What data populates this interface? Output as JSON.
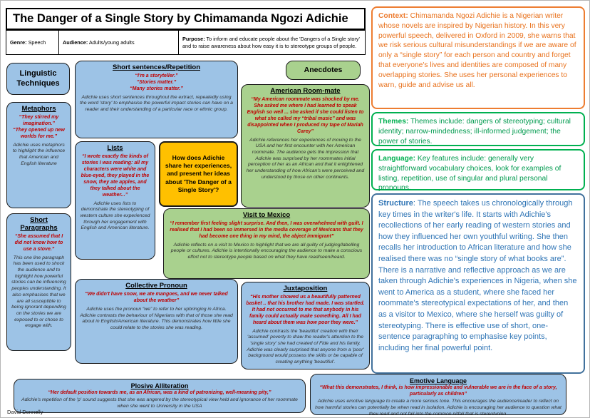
{
  "page": {
    "title": "The Danger of a Single Story by Chimamanda Ngozi Adichie",
    "author": "David Donnelly"
  },
  "meta": {
    "genre": {
      "label": "Genre:",
      "value": "Speech"
    },
    "audience": {
      "label": "Audience:",
      "value": "Adults/young adults"
    },
    "purpose": {
      "label": "Purpose:",
      "value": "To inform and educate people about the 'Dangers of a Single story' and to raise awareness about how easy it is to stereotype groups of people."
    }
  },
  "labels": {
    "linguistic_techniques": "Linguistic\nTechniques",
    "anecdotes": "Anecdotes",
    "central_question": "How does Adichie share her experiences, and present her ideas about 'The Danger of a Single Story'?"
  },
  "panels": {
    "short_sentences": {
      "heading": "Short sentences/Repetition",
      "quote": "“I'm a storyteller.”\n“Stories matter.”\n“Many stories matter.”",
      "analysis": "Adichie uses short sentences throughout the extract, repeatedly using the word 'story' to emphasise the powerful impact stories can have on a reader and their understanding of a particular race or ethnic group."
    },
    "metaphors": {
      "heading": "Metaphors",
      "quote": "“They stirred my imagination.”\n“They opened up new worlds for me.”",
      "analysis": "Adichie uses metaphors to highlight the influence that American and English literature"
    },
    "short_paragraphs": {
      "heading": "Short Paragraphs",
      "quote": "“She assumed that I did not know how to use a stove.”",
      "analysis": "This one line paragraph has been used to shock the audience and to highlight how powerful stories can be influencing peoples understanding. It also emphasises that we are all susceptible to being ignorant depending on the stories we are exposed to or chose to engage with."
    },
    "lists": {
      "heading": "Lists",
      "quote": "“I wrote exactly the kinds of stories I was reading: all my characters were white and blue-eyed, they played in the snow, they ate apples, and they talked about the weather...”",
      "analysis": "Adichie uses lists to demonstrate the stereotyping of western culture she experienced through her engagement with English and American literature."
    },
    "american_roommate": {
      "heading": "American Room-mate",
      "quote": "“My American roommate was shocked by me. She asked me where I had learned to speak English so well ... she asked if she could listen to what she called my “tribal music” and was disappointed when I produced my tape of Mariah Carey”",
      "analysis": "Adichie references her experiences of moving to the USA and her first encounter with her American roommate. The audience gets the impression that Adichie was surprised by her roommates initial perception of her as an African and that it enlightened her understanding of how African's were perceived and understood by those on other continents."
    },
    "visit_to_mexico": {
      "heading": "Visit to Mexico",
      "quote": "“I remember first feeling slight surprise. And then, I was overwhelmed with guilt. I realised that I had been so immersed in the media coverage of Mexicans that they had become one thing in my mind, the abject immigrant”",
      "analysis": "Adichie reflects on a visit to Mexico to highlight that we are all guilty of judging/labelling people or cultures. Adichie is intentionally encouraging the audience to make a conscious effort not to stereotype people based on what they have read/seen/heard."
    },
    "collective_pronoun": {
      "heading": "Collective Pronoun",
      "quote": "“We didn't have snow, we ate mangoes, and we never talked about the weather”",
      "analysis": "Adichie uses the pronoun “we” to refer to her upbringing in Africa. Adichie contrasts the behaviour of Nigerians with that of those she read about in English/American literature. This demonstrates how little she could relate to the stories she was reading."
    },
    "juxtaposition": {
      "heading": "Juxtaposition",
      "quote": "“His mother showed us a beautifully patterned basket .. that his brother had made. I was startled. It had not occurred to me that anybody in his family could actually make something. All I had heard about them was how poor they were.”",
      "analysis": "Adichie contrasts the 'beautiful' creation with their 'assumed' poverty to draw the reader's attention to the 'single story' she had created of Fide and his family. Adichie was clearly surprised that anyone from a 'poor' background would possess the skills or be capable of creating anything 'beautiful'."
    },
    "plosive_alliteration": {
      "heading": "Plosive Alliteration",
      "quote": "“Her default position towards me, as an African, was a kind of patronizing, well-meaning pity,”",
      "analysis": "Adichie's repetition of the 'p' sound suggests that she was angered by the stereotypical view held and ignorance of her roommate when she went to University in the USA"
    },
    "emotive_language": {
      "heading": "Emotive Language",
      "quote": "“What this demonstrates, I think, is how impressionable and vulnerable we are in the face of a story, particularly as children”",
      "analysis": "Adichie uses emotive language to create a more serious tone. This encourages the audience/reader to reflect on how harmful stories can potentially be when read in isolation. Adichie is encouraging her audience to question what they read and not fall into the common pitfall that is stereotyping."
    }
  },
  "sidebar": {
    "context": {
      "label": "Context:",
      "body": " Chimamanda Ngozi Adichie is a Nigerian writer whose novels are inspired by Nigerian history. In this very powerful speech, delivered in Oxford in 2009, she warns that we risk serious cultural misunderstandings if we are aware of only a “single story” for each person and country and forget that everyone's lives and identities are composed of many overlapping stories. She uses her personal experiences to warn, guide and advise us all."
    },
    "themes": {
      "label": "Themes:",
      "body": " Themes include: dangers of stereotyping; cultural identity; narrow-mindedness; ill-informed judgement; the power of stories."
    },
    "language": {
      "label": "Language:",
      "body": " Key features include: generally very straightforward vocabulary choices, look for examples of listing, repetition, use of singular and plural personal pronouns."
    },
    "structure": {
      "label": "Structure",
      "body": ": The speech takes us chronologically through key times in the writer's life. It starts with Adichie's recollections of her early reading of western stories and how they influenced her own youthful writing. She then recalls her introduction to African literature and how she realised there was no “single story of what books are”. There is a narrative and reflective approach as we are taken through Adichie's experiences in Nigeria, when she went to America as a student, where she faced her roommate's stereotypical expectations of her, and then as a visitor to Mexico, where she herself was guilty of stereotyping. There is effective use of short, one-sentence paragraphing to emphasise key points, including her final powerful point."
    }
  },
  "colors": {
    "blue_panel": "#9dc3e6",
    "green_panel": "#a9d18e",
    "orange_panel": "#ffc000",
    "quote_red": "#c00000",
    "context_orange": "#ed7d31",
    "theme_green": "#00b050",
    "structure_blue": "#2e74b5"
  }
}
